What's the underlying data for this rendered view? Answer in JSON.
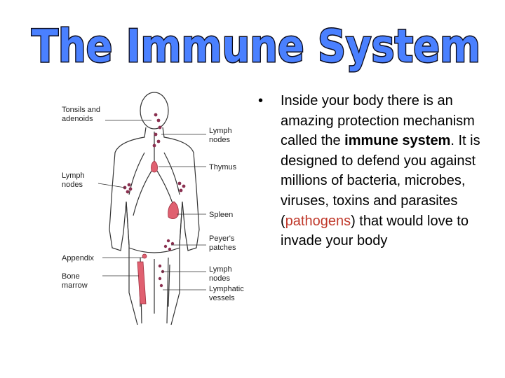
{
  "title": "The Immune System",
  "colors": {
    "title_fill": "#4a80ff",
    "title_outline": "#0a0a1a",
    "organ_red": "#e06070",
    "pathogens_red": "#c0392b"
  },
  "diagram": {
    "labels": {
      "tonsils": [
        "Tonsils and",
        "adenoids"
      ],
      "lymph_nodes_upper": [
        "Lymph",
        "nodes"
      ],
      "thymus": "Thymus",
      "lymph_nodes_left": [
        "Lymph",
        "nodes"
      ],
      "spleen": "Spleen",
      "peyers": [
        "Peyer's",
        "patches"
      ],
      "appendix": "Appendix",
      "bone_marrow": [
        "Bone",
        "marrow"
      ],
      "lymph_nodes_lower": [
        "Lymph",
        "nodes"
      ],
      "lymphatic_vessels": [
        "Lymphatic",
        "vessels"
      ]
    }
  },
  "bullet": {
    "mark": "•",
    "part1": "Inside your body there is an amazing protection mechanism called the ",
    "term": "immune system",
    "part2": ". It is designed to defend you against millions of bacteria, microbes, viruses, toxins and parasites (",
    "pathogens": "pathogens",
    "part3": ") that would love to invade your body"
  }
}
